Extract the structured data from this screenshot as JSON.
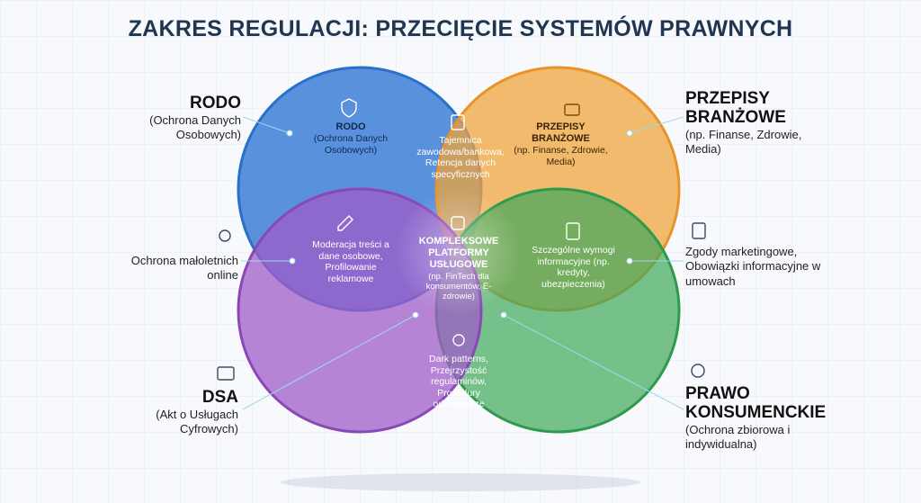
{
  "title": "ZAKRES REGULACJI: PRZECIĘCIE SYSTEMÓW PRAWNYCH",
  "colors": {
    "rodo": "#3d7fd6",
    "branzowe": "#f0a43c",
    "konsument": "#3fa85a",
    "dsa": "#a05cc8"
  },
  "outer": {
    "rodo": {
      "title": "RODO",
      "sub": "(Ochrona Danych Osobowych)"
    },
    "branzowe": {
      "title": "PRZEPISY BRANŻOWE",
      "sub": "(np. Finanse, Zdrowie, Media)"
    },
    "maloletni": {
      "text": "Ochrona małoletnich online"
    },
    "marketing": {
      "text": "Zgody marketingowe, Obowiązki informacyjne w umowach"
    },
    "dsa": {
      "title": "DSA",
      "sub": "(Akt o Usługach Cyfrowych)"
    },
    "konsument": {
      "title": "PRAWO KONSUMENCKIE",
      "sub": "(Ochrona zbiorowa i indywidualna)"
    }
  },
  "inner": {
    "rodo": {
      "title": "RODO",
      "sub": "(Ochrona Danych Osobowych)"
    },
    "branzowe": {
      "title": "PRZEPISY BRANŻOWE",
      "sub": "(np. Finanse, Zdrowie, Media)"
    },
    "tajemnica": "Tajemnica zawodowa/bankowa, Retencja danych specyficznych",
    "moderacja": "Moderacja treści a dane osobowe, Profilowanie reklamowe",
    "center": {
      "title": "KOMPLEKSOWE PLATFORMY USŁUGOWE",
      "sub": "(np. FinTech dla konsumentów, E-zdrowie)"
    },
    "wymogi": "Szczególne wymogi informacyjne (np. kredyty, ubezpieczenia)",
    "dark": "Dark patterns, Przejrzystość regulaminów, Procedury odwoławcze"
  }
}
